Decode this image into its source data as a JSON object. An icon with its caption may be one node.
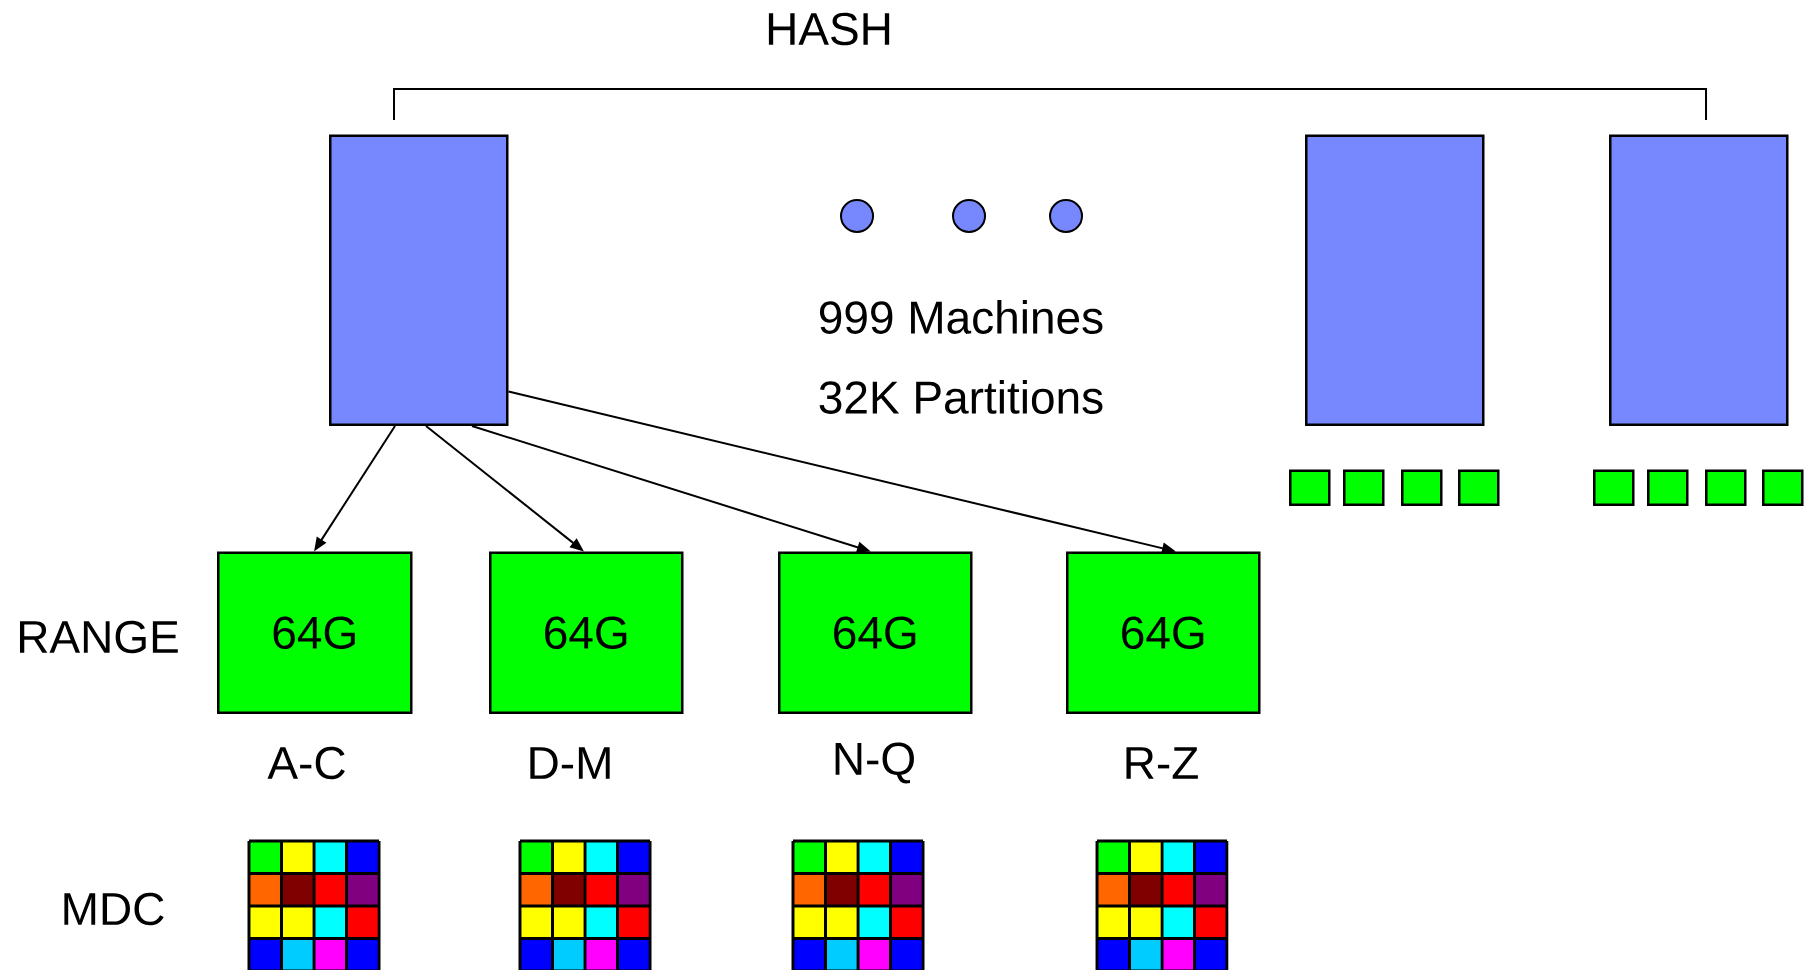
{
  "diagram": {
    "nodes": [
      {
        "text": [],
        "shape": "box"
      },
      {
        "text": [],
        "shape": "box"
      },
      {
        "text": [],
        "shape": "box"
      },
      {
        "text": [
          "64G"
        ],
        "beside": [
          "A-C"
        ]
      },
      {
        "text": [
          "64G"
        ],
        "beside": [
          "D-M"
        ]
      },
      {
        "text": [
          "64G"
        ],
        "beside": [
          "N-Q"
        ]
      },
      {
        "text": [
          "64G"
        ],
        "beside": [
          "R-Z"
        ]
      },
      {
        "text": [],
        "shape": "box"
      },
      {
        "text": [],
        "shape": "box"
      },
      {
        "text": [],
        "shape": "box"
      },
      {
        "text": [],
        "shape": "box"
      },
      {
        "text": [],
        "shape": "box"
      },
      {
        "text": [],
        "shape": "box"
      },
      {
        "text": [],
        "shape": "box"
      },
      {
        "text": [],
        "shape": "box"
      }
    ],
    "edges": [
      {
        "from": 0,
        "to": 3,
        "arrow": "to"
      },
      {
        "from": 0,
        "to": 4,
        "arrow": "to"
      },
      {
        "from": 0,
        "to": 5,
        "arrow": "to"
      },
      {
        "from": 0,
        "to": 6,
        "arrow": "to"
      }
    ],
    "labels": [
      "HASH",
      "999 Machines",
      "32K Partitions",
      "RANGE",
      "MDC"
    ]
  }
}
